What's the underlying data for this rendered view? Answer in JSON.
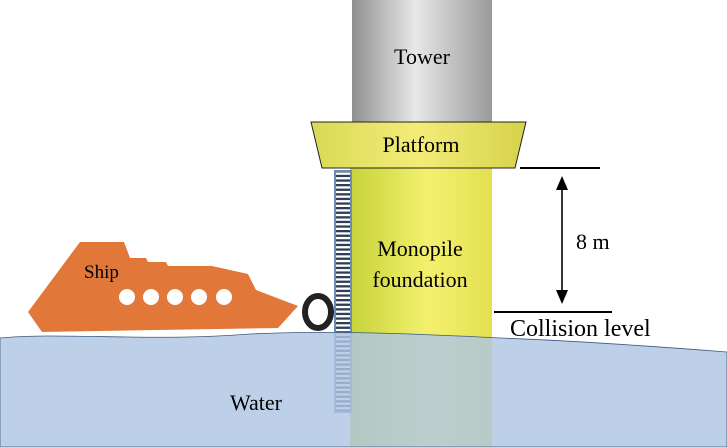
{
  "labels": {
    "tower": "Tower",
    "platform": "Platform",
    "monopile_line1": "Monopile",
    "monopile_line2": "foundation",
    "ship": "Ship",
    "water": "Water",
    "collision_level": "Collision level",
    "distance": "8 m"
  },
  "colors": {
    "tower_light": "#e6e6e6",
    "tower_mid": "#a6a6a6",
    "platform": "#ece56a",
    "monopile_light": "#f2ef6e",
    "monopile_dark": "#c8d43c",
    "water": "#aec6e2",
    "ship": "#e2773a",
    "ladder": "#6b8cb5",
    "fender": "#222222"
  },
  "icons": {
    "ship": "ship-icon",
    "fender": "fender-ring-icon",
    "ladder": "boat-landing-ladder-icon",
    "dimension": "dimension-arrow-icon"
  }
}
